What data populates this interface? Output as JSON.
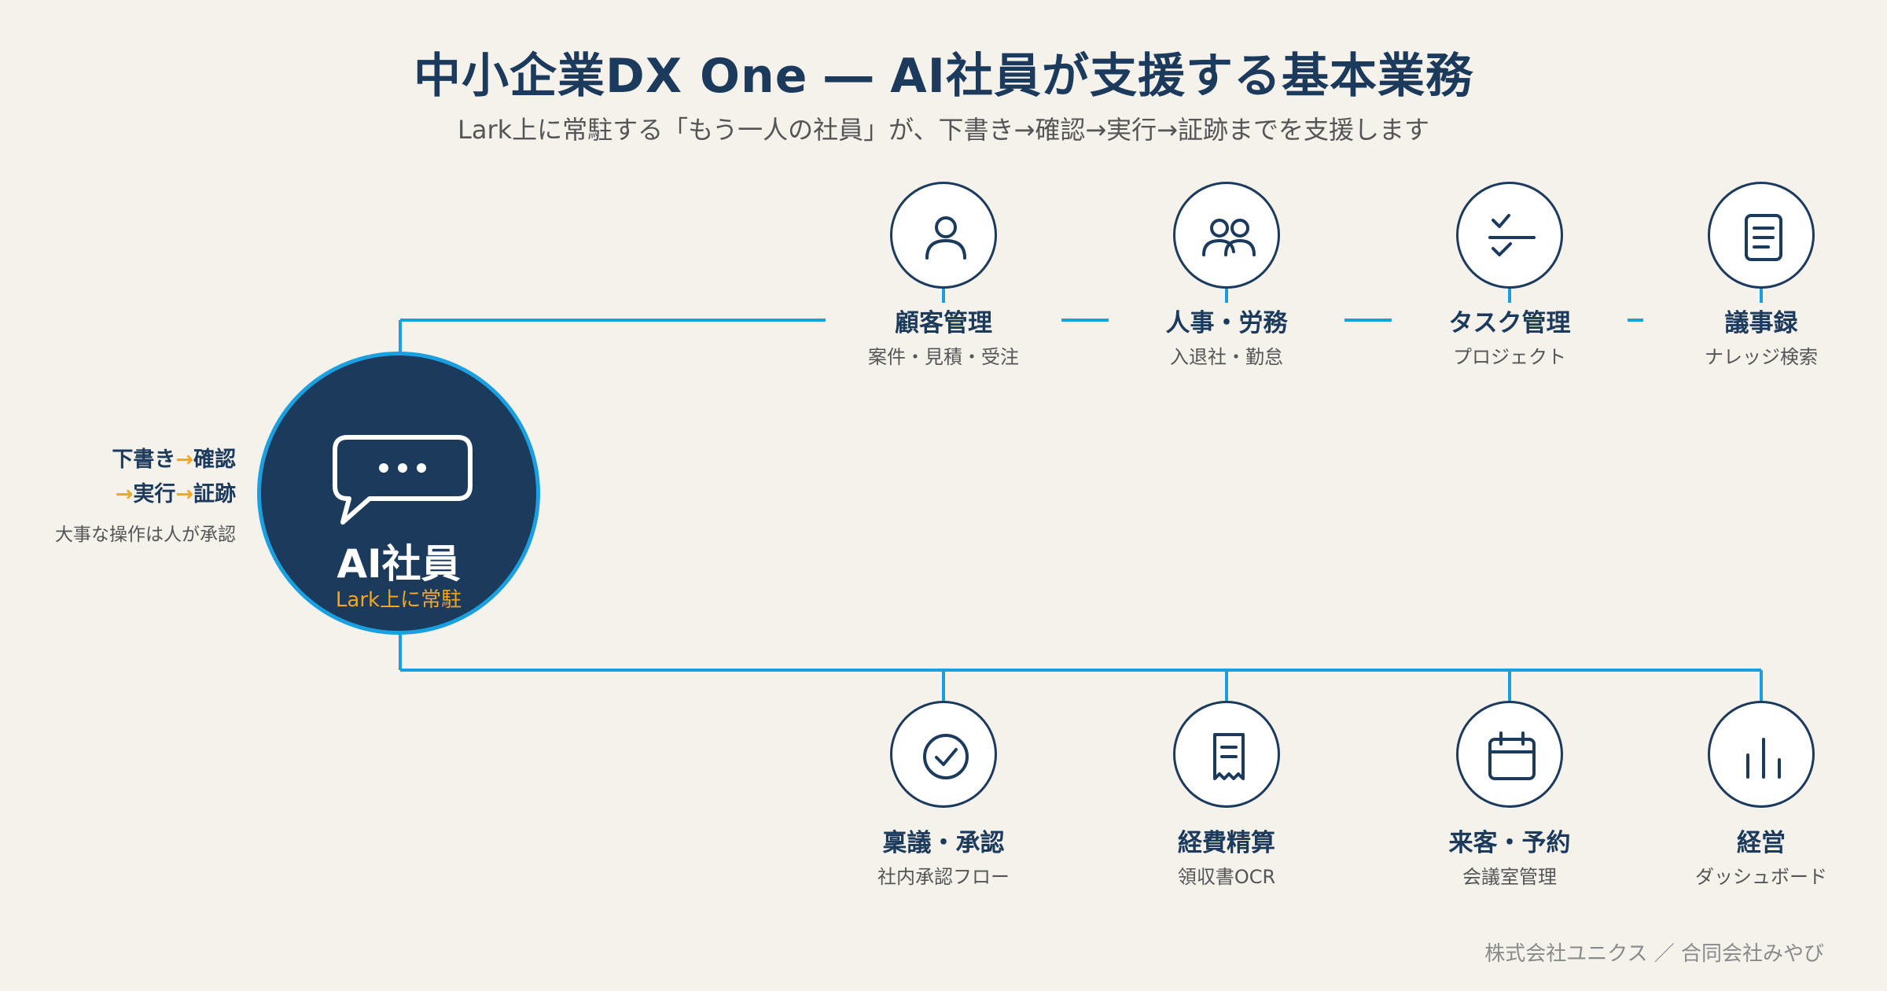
{
  "title": "中小企業DX One ― AI社員が支援する基本業務",
  "subtitle": "Lark上に常駐する「もう一人の社員」が、下書き→確認→実行→証跡までを支援します",
  "hub": {
    "title": "AI社員",
    "subtitle": "Lark上に常駐",
    "icon": "chat-bubble-icon"
  },
  "side_note": {
    "line1_a": "下書き",
    "line1_arrow": "→",
    "line1_b": "確認",
    "line2_arrow1": "→",
    "line2_a": "実行",
    "line2_arrow2": "→",
    "line2_b": "証跡",
    "small": "大事な操作は人が承認"
  },
  "top_nodes": [
    {
      "label": "顧客管理",
      "sub": "案件・見積・受注",
      "icon": "person-icon"
    },
    {
      "label": "人事・労務",
      "sub": "入退社・勤怠",
      "icon": "people-icon"
    },
    {
      "label": "タスク管理",
      "sub": "プロジェクト",
      "icon": "checklist-icon"
    },
    {
      "label": "議事録",
      "sub": "ナレッジ検索",
      "icon": "document-icon"
    }
  ],
  "bottom_nodes": [
    {
      "label": "稟議・承認",
      "sub": "社内承認フロー",
      "icon": "check-circle-icon"
    },
    {
      "label": "経費精算",
      "sub": "領収書OCR",
      "icon": "receipt-icon"
    },
    {
      "label": "来客・予約",
      "sub": "会議室管理",
      "icon": "calendar-icon"
    },
    {
      "label": "経営",
      "sub": "ダッシュボード",
      "icon": "bar-chart-icon"
    }
  ],
  "footer": "株式会社ユニクス ／ 合同会社みやび",
  "colors": {
    "navy": "#1b3a5c",
    "line_blue": "#1aa0e0",
    "accent_orange": "#f5a623",
    "background": "#f5f2ec"
  }
}
